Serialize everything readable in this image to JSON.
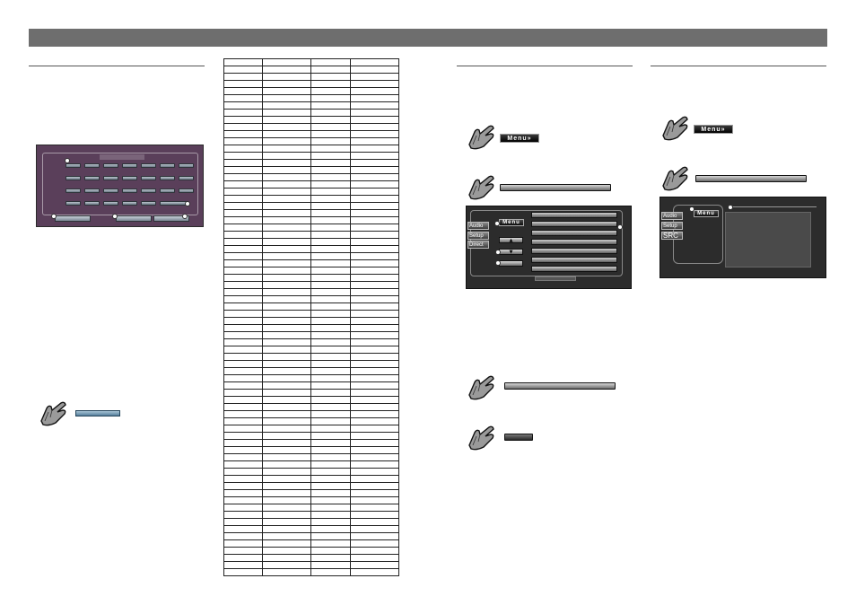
{
  "buttons": {
    "menu_label": "Menu»",
    "screen_menu_label": "Menu"
  },
  "screen2": {
    "side_tabs": [
      "Audio",
      "Setup",
      "Direct"
    ],
    "arrows": [
      "▲",
      "▼"
    ]
  },
  "screen3": {
    "side_tabs": [
      "Audio",
      "Setup",
      "SRC"
    ]
  },
  "icons": {
    "touch": "hand-touch-icon"
  }
}
